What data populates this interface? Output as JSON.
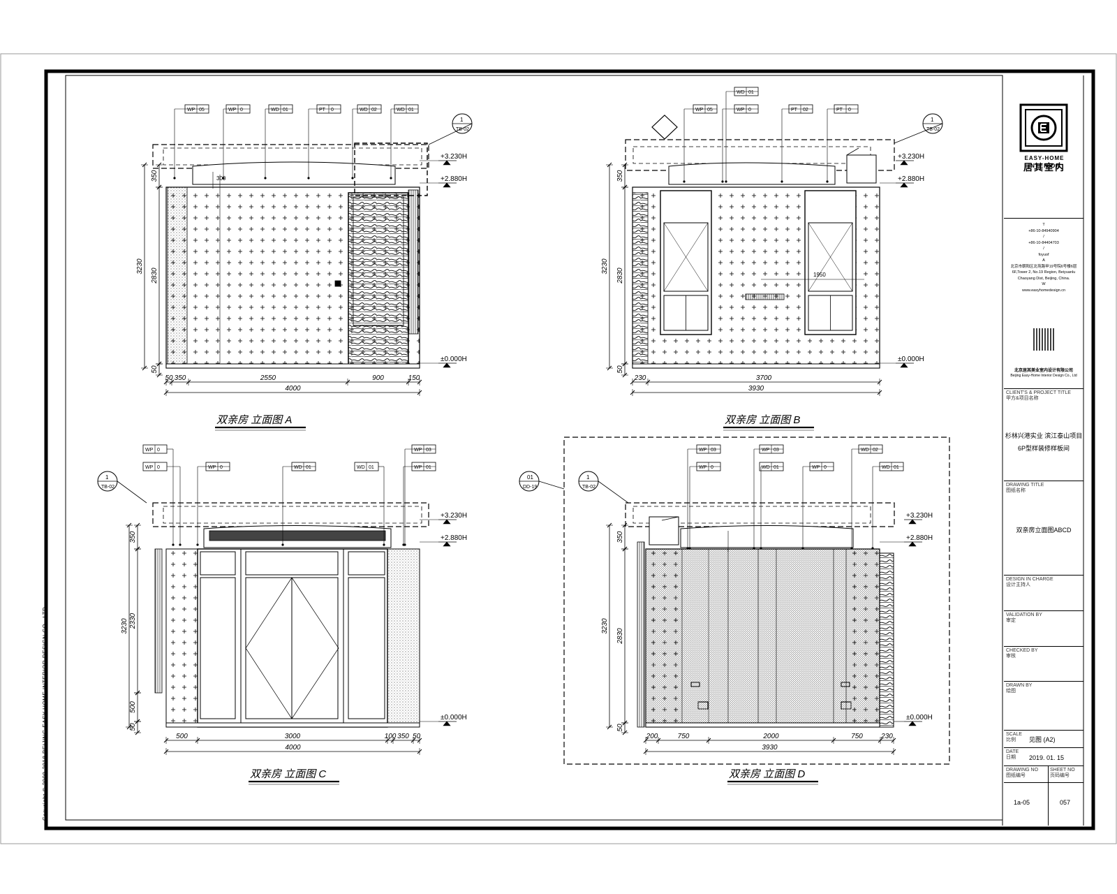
{
  "copyright": "Copyright © 2009-2018 BEIJING EASY-HOME INTERIOR DESIGN CO., LTD",
  "views": [
    {
      "title": "双亲房 立面图 A",
      "levels": [
        "+3.230H",
        "+2.880H",
        "±0.000H"
      ],
      "dims_bottom": [
        "50",
        "350",
        "2550",
        "900",
        "150"
      ],
      "dim_total": "4000",
      "dims_left": [
        "350",
        "3230",
        "2830",
        "50"
      ],
      "tags": [
        "WP 05",
        "WP 0",
        "WD 01",
        "PT 0",
        "WD 02",
        "WD 01"
      ],
      "callout": [
        "1",
        "TB-02"
      ],
      "note_300": "300"
    },
    {
      "title": "双亲房 立面图 B",
      "levels": [
        "+3.230H",
        "+2.880H",
        "±0.000H"
      ],
      "dims_bottom": [
        "230",
        "3700"
      ],
      "dim_total": "3930",
      "dims_left": [
        "350",
        "3230",
        "2830",
        "50"
      ],
      "tags": [
        "WP 05",
        "WP 0",
        "WD 01",
        "PT 02",
        "PT 0"
      ],
      "callout": [
        "1",
        "TB-02"
      ],
      "note_1950": "1950"
    },
    {
      "title": "双亲房 立面图 C",
      "levels": [
        "+3.230H",
        "+2.880H",
        "±0.000H"
      ],
      "dims_bottom": [
        "500",
        "3000",
        "100",
        "350",
        "50"
      ],
      "dim_total": "4000",
      "dims_left": [
        "350",
        "3230",
        "2330",
        "500",
        "50"
      ],
      "tags": [
        "WP 0",
        "WP 0",
        "WP 0",
        "WD 01",
        "WD 01",
        "WP 03",
        "WP 01"
      ],
      "callout": [
        "1",
        "TB-02"
      ]
    },
    {
      "title": "双亲房 立面图 D",
      "levels": [
        "+3.230H",
        "+2.880H",
        "±0.000H"
      ],
      "dims_bottom": [
        "200",
        "750",
        "2000",
        "750",
        "230"
      ],
      "dim_total": "3930",
      "dims_left": [
        "350",
        "3230",
        "2830",
        "50"
      ],
      "tags": [
        "WP 03",
        "WP 0",
        "WP 03",
        "WD 01",
        "WP 0",
        "WD 02",
        "WD 01"
      ],
      "callout": [
        "1",
        "TB-02"
      ],
      "callout2": [
        "01",
        "DD-19"
      ]
    }
  ],
  "titleblock": {
    "company_en": "EASY-HOME INTERIOR",
    "company_cn": "居其室内",
    "contact": [
      "T",
      "+86-10-84940904",
      "/",
      "+86-10-84404703",
      "/",
      "foyuof",
      "A",
      "北京市朝阳区北苑路甲19号院6号楼6层",
      "6F,Tower 2, No.19 Region, Beiyuanlu",
      "Chaoyang Dist, Beijing, China.",
      "W",
      "www.easyhomedesign.cn"
    ],
    "company_full_cn": "北京居其美业室内设计有限公司",
    "company_full_en": "Beijing Easy-Home Interior Design Co., Ltd",
    "client_label": "CLIENT'S & PROJECT TITLE",
    "client_sub": "甲方&项目名称",
    "project_line1": "杉林兴港实业 滨江泰山项目",
    "project_line2": "6P型样装修样板间",
    "drawing_title_label": "DRAWING TITLE",
    "drawing_title_sub": "图纸名称",
    "drawing_title": "双亲房立面图ABCD",
    "design_label": "DESIGN IN CHARGE",
    "design_sub": "设计主持人",
    "validation_label": "VALIDATION BY",
    "validation_sub": "审定",
    "checked_label": "CHECKED BY",
    "checked_sub": "审核",
    "drawn_label": "DRAWN BY",
    "drawn_sub": "绘图",
    "scale_label": "SCALE",
    "scale_sub": "比例",
    "scale_val": "见图 (A2)",
    "date_label": "DATE",
    "date_sub": "日期",
    "date_val": "2019. 01. 15",
    "drawing_no_label": "DRAWING NO",
    "drawing_no_sub": "图纸编号",
    "sheet_no_label": "SHEET NO",
    "sheet_no_sub": "页码编号",
    "drawing_no": "1a-05",
    "sheet_no": "057"
  }
}
